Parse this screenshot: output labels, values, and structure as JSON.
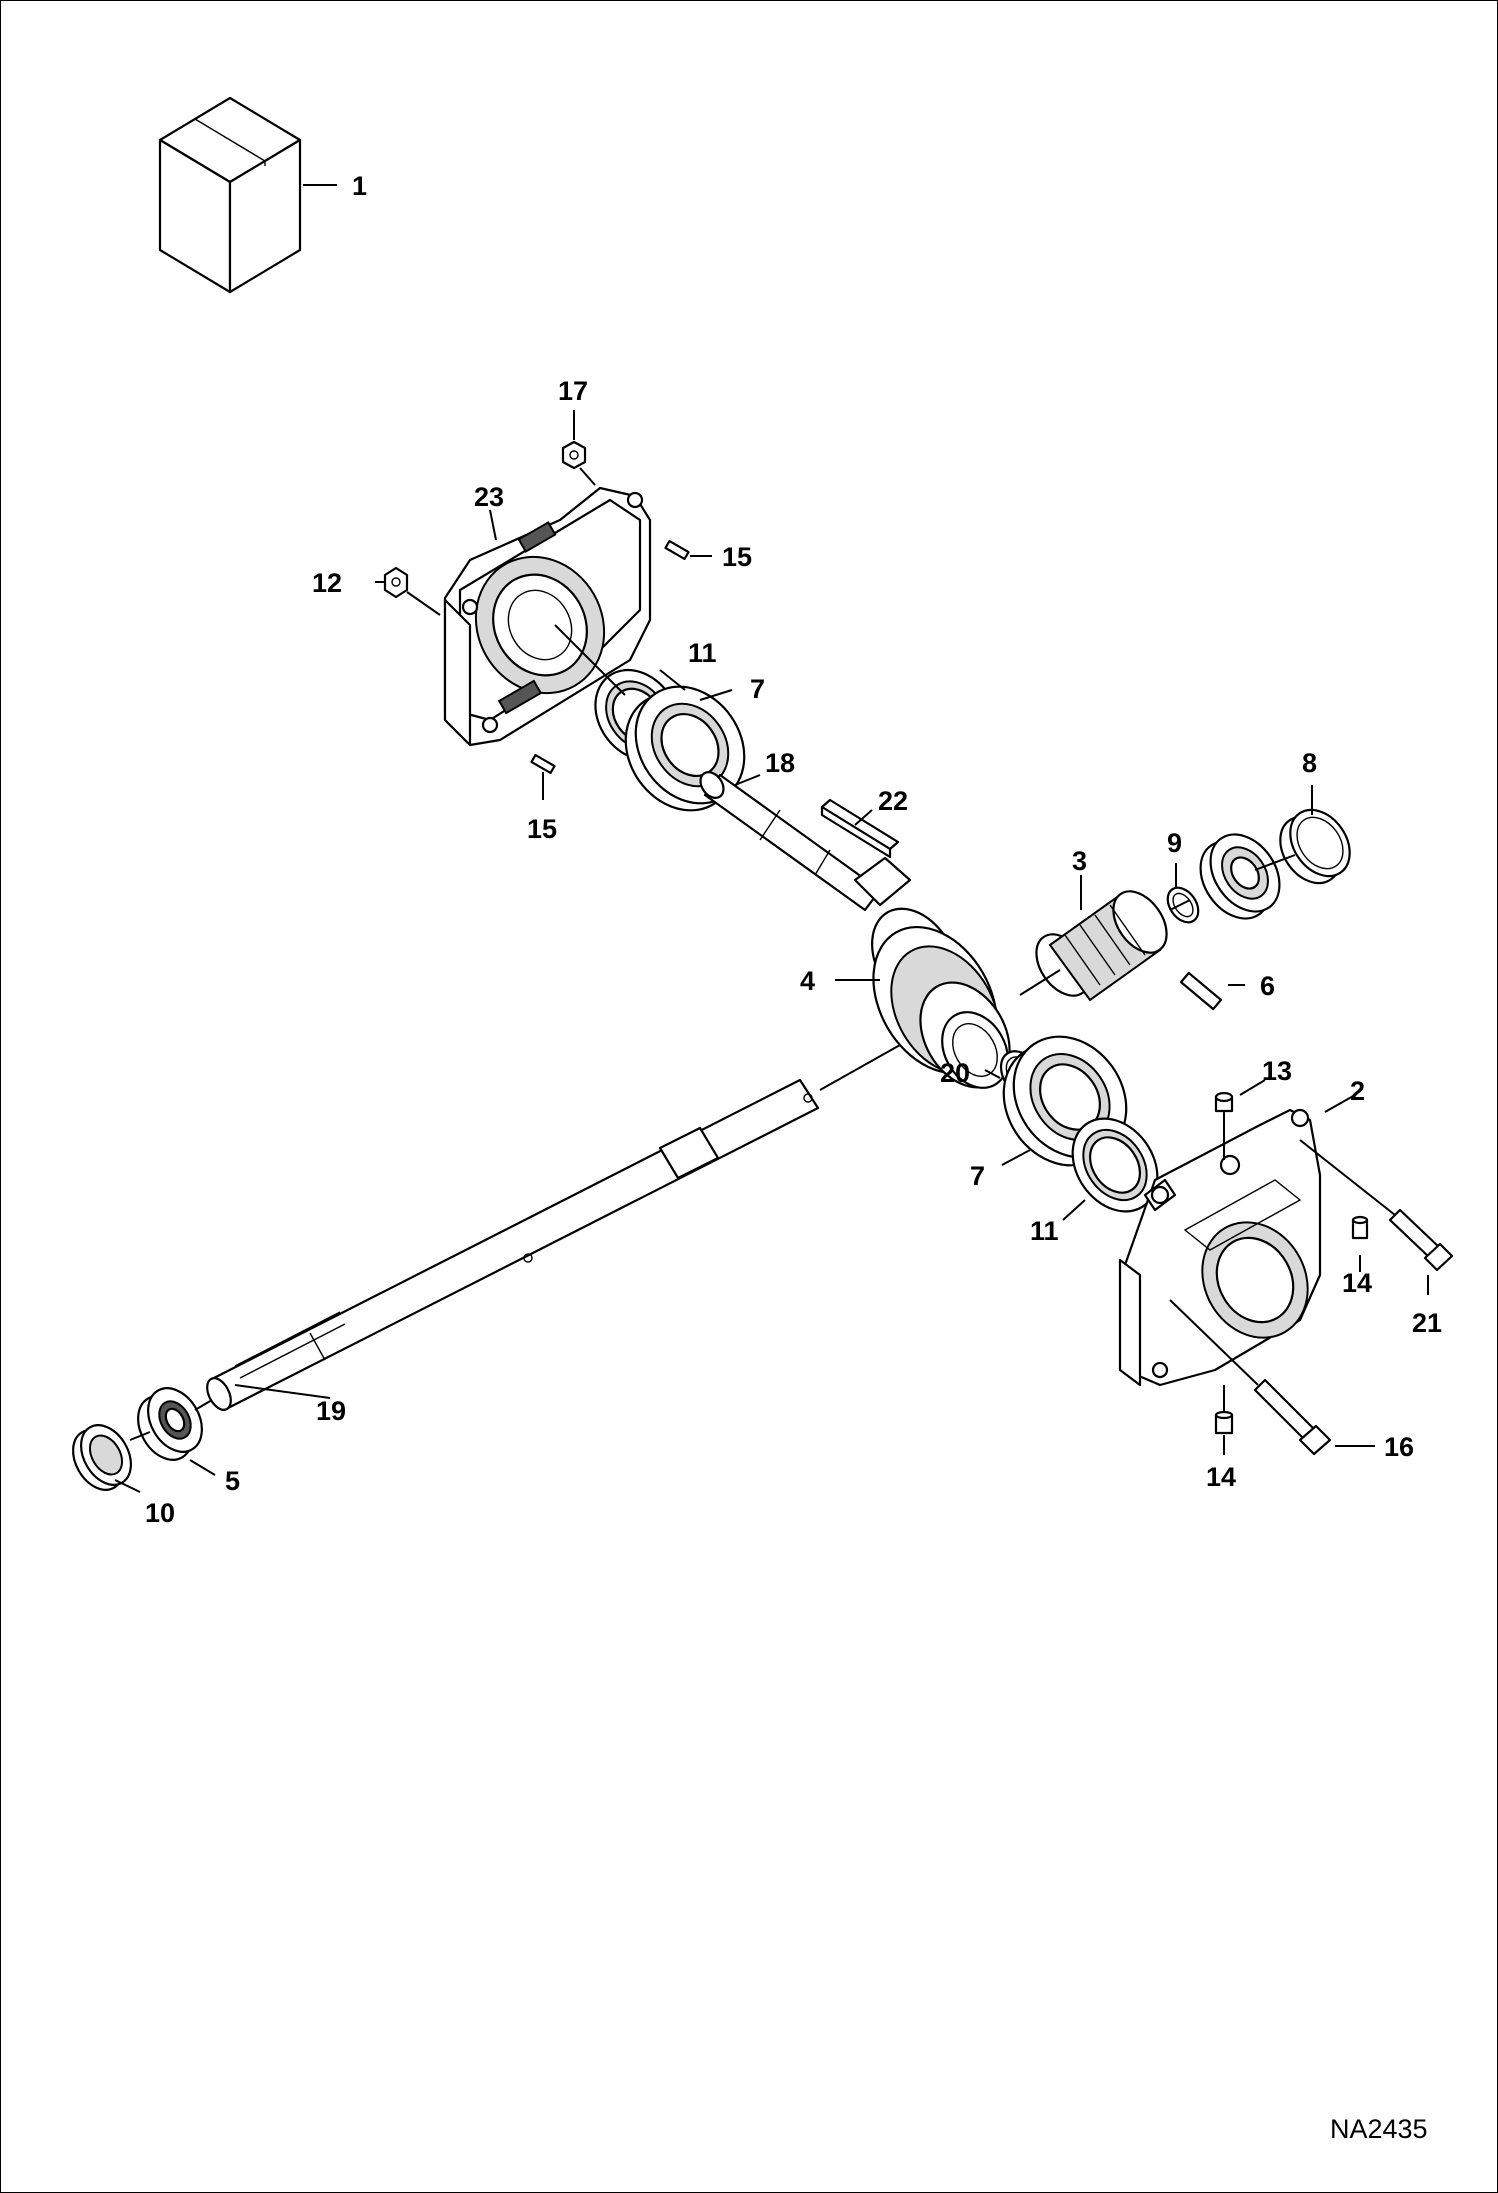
{
  "diagram": {
    "drawing_number": "NA2435",
    "callouts": [
      "1",
      "2",
      "3",
      "4",
      "5",
      "6",
      "7",
      "7",
      "8",
      "9",
      "10",
      "11",
      "11",
      "12",
      "13",
      "14",
      "14",
      "15",
      "15",
      "16",
      "17",
      "18",
      "19",
      "20",
      "21",
      "22",
      "23"
    ]
  }
}
